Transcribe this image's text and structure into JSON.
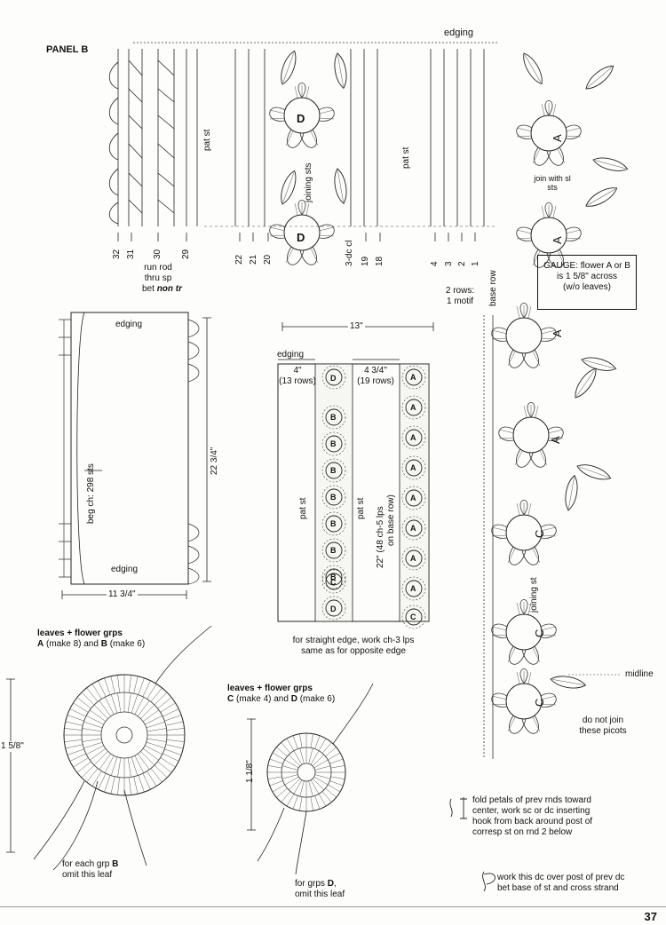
{
  "panel_title": "PANEL B",
  "edging_top": "edging",
  "pat_st_1": "pat st",
  "pat_st_2": "pat st",
  "joining_sts": "joining sts",
  "flower_d_1": "D",
  "flower_d_2": "D",
  "flower_a_1": "A",
  "flower_a_2": "A",
  "join_with_sl_sts": "join with sl sts",
  "rows_left": [
    "32",
    "31",
    "30",
    "29"
  ],
  "run_rod_1": "run rod",
  "run_rod_2": "thru sp",
  "run_rod_3": "bet",
  "run_rod_4": "non tr",
  "rows_mid": [
    "22",
    "21",
    "20"
  ],
  "three_dc_cl": "3-dc cl",
  "rows_mid2": [
    "19",
    "18"
  ],
  "rows_right": [
    "4",
    "3",
    "2",
    "1"
  ],
  "two_rows_1": "2 rows:",
  "two_rows_2": "1 motif",
  "base_row": "base row",
  "gauge_1": "GAUGE: flower A or B",
  "gauge_2": "is 1 5/8\" across",
  "gauge_3": "(w/o leaves)",
  "blanket_edging_top": "edging",
  "blanket_edging_bottom": "edging",
  "beg_ch": "beg ch: 298 sts",
  "dim_22_34": "22 3/4\"",
  "dim_11_34": "11 3/4\"",
  "dim_13": "13\"",
  "panel_edging": "edging",
  "dim_4": "4\"",
  "dim_13rows": "(13 rows)",
  "dim_4_34": "4 3/4\"",
  "dim_19rows": "(19 rows)",
  "panel_pat_st_1": "pat st",
  "panel_pat_st_2": "pat st",
  "dim_22": "22\" (48 ch-5 lps",
  "dim_22b": "on base row)",
  "motif_letters_b": [
    "B",
    "B",
    "B",
    "B",
    "B",
    "B",
    "B"
  ],
  "motif_letters_a": [
    "A",
    "A",
    "A",
    "A",
    "A",
    "A",
    "A",
    "A"
  ],
  "motif_letters_c": [
    "C",
    "C"
  ],
  "motif_letters_d": [
    "D",
    "D"
  ],
  "straight_edge_1": "for straight edge, work ch-3 lps",
  "straight_edge_2": "same as for opposite edge",
  "strip_a_1": "A",
  "strip_a_2": "A",
  "strip_c_1": "C",
  "strip_c_2": "C",
  "strip_c_3": "C",
  "joining_st": "joining st",
  "midline": "midline",
  "do_not_join_1": "do not join",
  "do_not_join_2": "these picots",
  "leaves_ab_title": "leaves + flower grps",
  "leaves_ab_a": "A",
  "leaves_ab_a_rest": " (make 8) and ",
  "leaves_ab_b": "B",
  "leaves_ab_b_rest": " (make 6)",
  "dim_1_58": "1 5/8\"",
  "for_each_b_1": "for each grp ",
  "for_each_b_b": "B",
  "for_each_b_2": "omit this leaf",
  "leaves_cd_title": "leaves + flower grps",
  "leaves_cd_c": "C",
  "leaves_cd_c_rest": " (make 4) and ",
  "leaves_cd_d": "D",
  "leaves_cd_d_rest": " (make 6)",
  "dim_1_18": "1 1/8\"",
  "for_grps_d_1": "for grps ",
  "for_grps_d_d": "D",
  "for_grps_d_2": "omit this leaf",
  "fold_1": "fold petals of prev rnds toward",
  "fold_2": "center, work sc or dc inserting",
  "fold_3": "hook from back around post of",
  "fold_4": "corresp st on rnd 2 below",
  "work_dc_1": "work this dc over post of prev dc",
  "work_dc_2": "bet base of st and cross strand",
  "page_number": "37"
}
